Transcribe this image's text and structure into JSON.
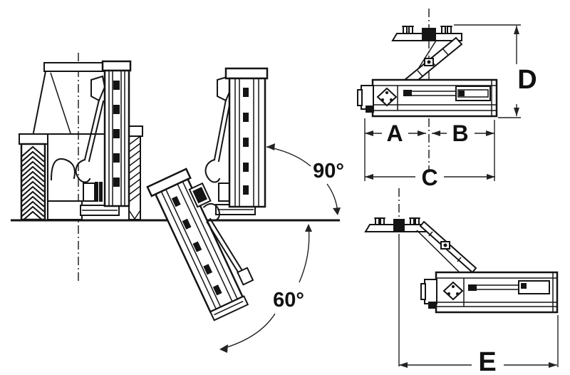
{
  "labels": {
    "angle_front_raised": "90°",
    "angle_front_lowered": "60°",
    "dim_half_left": "A",
    "dim_half_right": "B",
    "dim_total_width": "C",
    "dim_height": "D",
    "dim_offset_reach": "E"
  },
  "colors": {
    "line": "#141414",
    "dimension": "#222222",
    "background": "#ffffff"
  }
}
